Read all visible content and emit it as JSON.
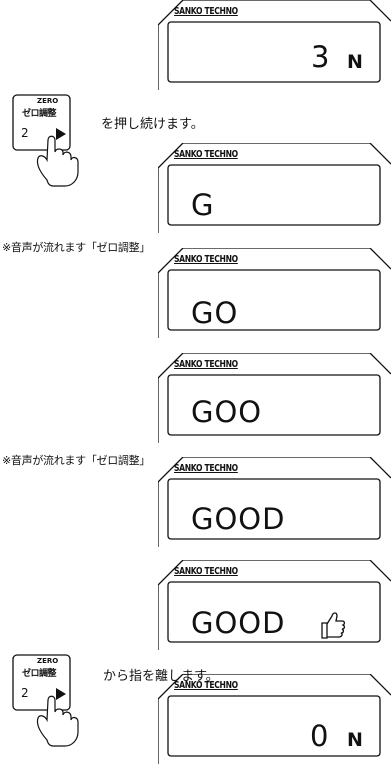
{
  "brand": "SANKO TECHNO",
  "key": {
    "line1": "ZERO",
    "line2": "ゼロ調整",
    "number": "2"
  },
  "steps": {
    "press_text": "を押し続けます。",
    "release_text": "から指を離します。"
  },
  "notes": {
    "voice1": "※音声が流れます「ゼロ調整」",
    "voice2": "※音声が流れます「ゼロ調整」"
  },
  "displays": [
    {
      "reading": "3",
      "unit": "N"
    },
    {
      "reading": "G",
      "unit": ""
    },
    {
      "reading": "GO",
      "unit": ""
    },
    {
      "reading": "GOO",
      "unit": ""
    },
    {
      "reading": "GOOD",
      "unit": ""
    },
    {
      "reading": "GOOD",
      "unit": "",
      "icon": "thumbs-up-icon"
    },
    {
      "reading": "0",
      "unit": "N"
    }
  ],
  "colors": {
    "ink": "#111111",
    "background": "#ffffff"
  }
}
